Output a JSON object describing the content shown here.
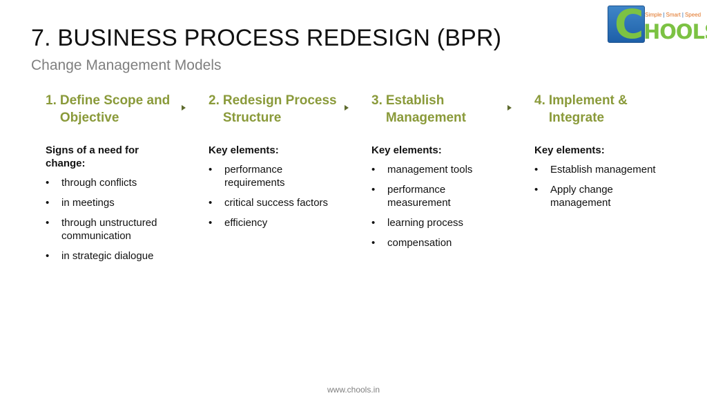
{
  "slide": {
    "title": "7. BUSINESS PROCESS REDESIGN (BPR)",
    "subtitle": "Change Management Models"
  },
  "logo": {
    "tagline": [
      "Simple",
      "Smart",
      "Speed"
    ],
    "letter": "C",
    "word": "HOOLS"
  },
  "steps": [
    {
      "number": "1.",
      "title": "Define Scope and Objective",
      "heading": "Signs of a need for change:",
      "bullets": [
        "through conflicts",
        "in meetings",
        "through unstructured communication",
        "in strategic dialogue"
      ]
    },
    {
      "number": "2.",
      "title": "Redesign Process Structure",
      "heading": "Key elements:",
      "bullets": [
        "performance requirements",
        "critical success factors",
        "efficiency"
      ]
    },
    {
      "number": "3.",
      "title": "Establish Management",
      "heading": "Key elements:",
      "bullets": [
        "management tools",
        "performance measurement",
        "learning process",
        "compensation"
      ]
    },
    {
      "number": "4.",
      "title": "Implement & Integrate",
      "heading": "Key elements:",
      "bullets": [
        "Establish management",
        "Apply change management"
      ]
    }
  ],
  "bullet_glyph": "•",
  "footer": {
    "url": "www.chools.in"
  },
  "colors": {
    "step_title": "#8a9a3a",
    "arrow": "#5e6b2e",
    "logo_green": "#7cc243",
    "logo_blue": "#1e5fa8"
  }
}
